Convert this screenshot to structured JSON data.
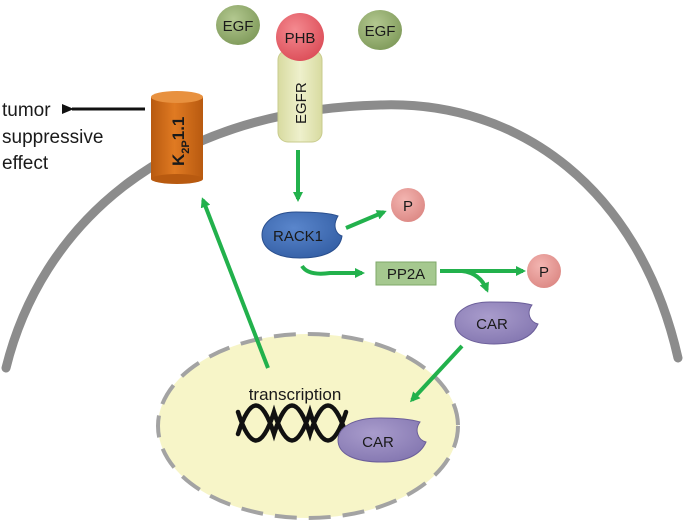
{
  "labels": {
    "egf_left": "EGF",
    "egf_right": "EGF",
    "phb": "PHB",
    "egfr": "EGFR",
    "k2p_main": "K",
    "k2p_sub": "2P",
    "k2p_tail": "1.1",
    "rack1": "RACK1",
    "p1": "P",
    "pp2a": "PP2A",
    "p2": "P",
    "car_cytoplasm": "CAR",
    "car_nucleus": "CAR",
    "transcription": "transcription",
    "effect_line1": "tumor",
    "effect_line2": "suppressive",
    "effect_line3": "effect"
  },
  "colors": {
    "arrow_green": "#22b14c",
    "membrane": "#8c8c8c",
    "nucleus_fill": "#f7f5c8",
    "egf": "#8ea86a",
    "phb": "#e9646e",
    "egfr": "#e6e8b8",
    "k2p": "#d46a14",
    "rack1": "#3f6db3",
    "p": "#e89a96",
    "pp2a": "#a5c88f",
    "car": "#9486bd"
  }
}
